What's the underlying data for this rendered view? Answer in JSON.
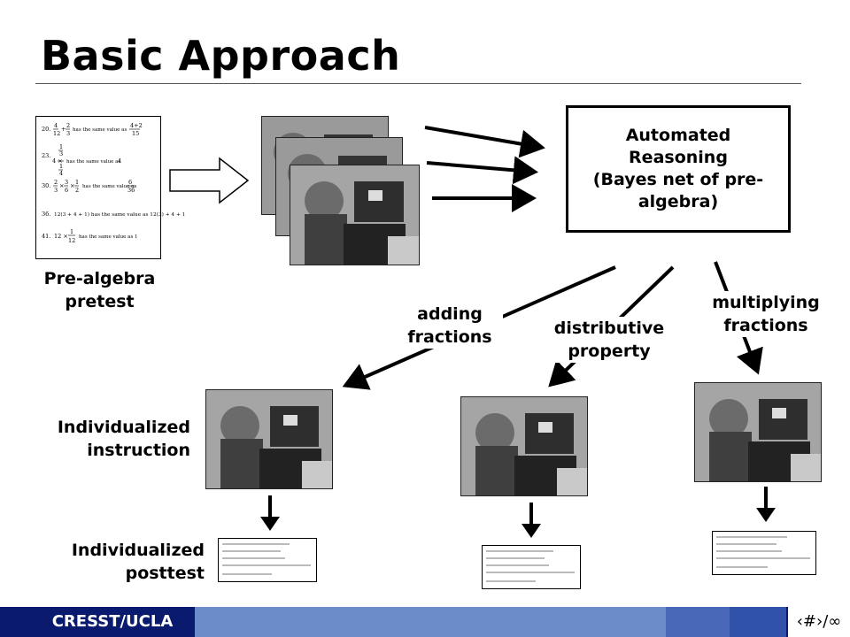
{
  "title": "Basic Approach",
  "pretest": {
    "label_line1": "Pre-algebra",
    "label_line2": "pretest",
    "questions": [
      {
        "num": "20.",
        "text": "4/12 + 2/3 has the same value as (4+2)/15"
      },
      {
        "num": "23.",
        "text": "4 × (1/3)/(1/4) has the same value as 4"
      },
      {
        "num": "30.",
        "text": "2/3 × 3/6 × 1/2 has the same value as 6/36"
      },
      {
        "num": "36.",
        "text": "12(3 + 4 + 1) has the same value as 12(3) + 4 + 1"
      },
      {
        "num": "41.",
        "text": "12 × 1/12 has the same value as 1"
      }
    ]
  },
  "reasoning": {
    "line1": "Automated",
    "line2": "Reasoning",
    "line3": "(Bayes net of pre-",
    "line4": "algebra)"
  },
  "skills": {
    "adding_1": "adding",
    "adding_2": "fractions",
    "distributive_1": "distributive",
    "distributive_2": "property",
    "multiplying_1": "multiplying",
    "multiplying_2": "fractions"
  },
  "rows": {
    "instruction_1": "Individualized",
    "instruction_2": "instruction",
    "posttest_1": "Individualized",
    "posttest_2": "posttest"
  },
  "footer": {
    "label": "CRESST/UCLA",
    "page": "‹#›/∞",
    "colors": {
      "dark": "#0a1a6e",
      "light": "#6c8cc9"
    }
  }
}
